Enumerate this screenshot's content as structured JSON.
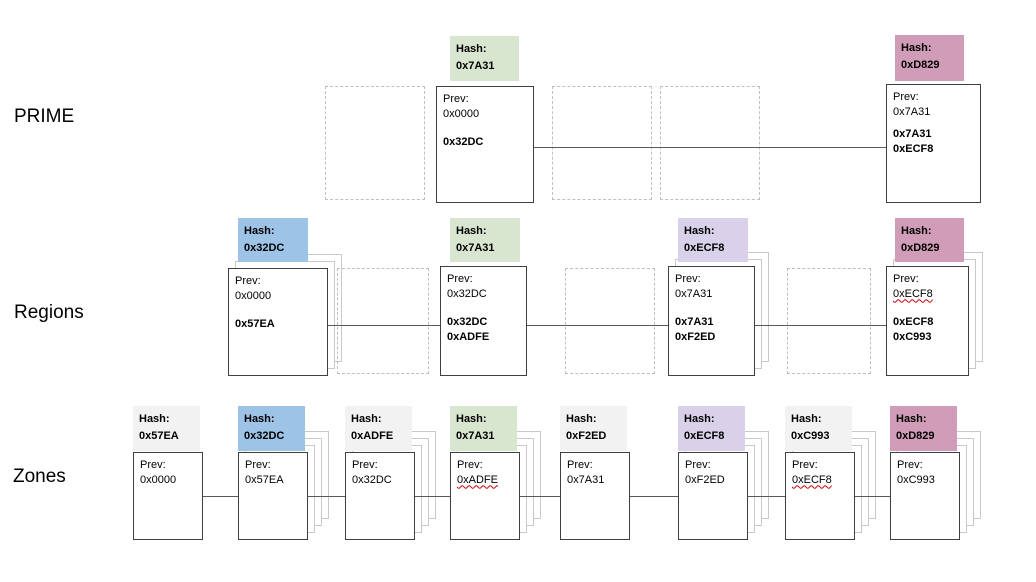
{
  "labels": {
    "hash_prefix": "Hash:",
    "prev_prefix": "Prev:"
  },
  "palette": {
    "blue": "#9DC3E6",
    "green": "#D8E6CF",
    "purple": "#D8D1E9",
    "pink": "#D09CB7",
    "gray": "#F2F2F2",
    "block_border": "#3F3F3F",
    "dashed_border": "#BFBFBF",
    "shadow_border": "#C9C9C9",
    "connector": "#595959",
    "squiggle": "#CC0000"
  },
  "rows": {
    "prime": {
      "label": "PRIME",
      "blocks": [
        {
          "hash": "0x7A31",
          "color": "green",
          "prev": "0x0000",
          "contents": [
            "0x32DC"
          ]
        },
        {
          "hash": "0xD829",
          "color": "pink",
          "prev": "0x7A31",
          "contents": [
            "0x7A31",
            "0xECF8"
          ]
        }
      ]
    },
    "regions": {
      "label": "Regions",
      "blocks": [
        {
          "hash": "0x32DC",
          "color": "blue",
          "prev": "0x0000",
          "contents": [
            "0x57EA"
          ]
        },
        {
          "hash": "0x7A31",
          "color": "green",
          "prev": "0x32DC",
          "contents": [
            "0x32DC",
            "0xADFE"
          ]
        },
        {
          "hash": "0xECF8",
          "color": "purple",
          "prev": "0x7A31",
          "contents": [
            "0x7A31",
            "0xF2ED"
          ]
        },
        {
          "hash": "0xD829",
          "color": "pink",
          "prev": "0xECF8",
          "contents": [
            "0xECF8",
            "0xC993"
          ]
        }
      ]
    },
    "zones": {
      "label": "Zones",
      "blocks": [
        {
          "hash": "0x57EA",
          "color": "gray",
          "prev": "0x0000"
        },
        {
          "hash": "0x32DC",
          "color": "blue",
          "prev": "0x57EA"
        },
        {
          "hash": "0xADFE",
          "color": "gray",
          "prev": "0x32DC"
        },
        {
          "hash": "0x7A31",
          "color": "green",
          "prev": "0xADFE"
        },
        {
          "hash": "0xF2ED",
          "color": "gray",
          "prev": "0x7A31"
        },
        {
          "hash": "0xECF8",
          "color": "purple",
          "prev": "0xF2ED"
        },
        {
          "hash": "0xC993",
          "color": "gray",
          "prev": "0xECF8"
        },
        {
          "hash": "0xD829",
          "color": "pink",
          "prev": "0xC993"
        }
      ]
    }
  }
}
